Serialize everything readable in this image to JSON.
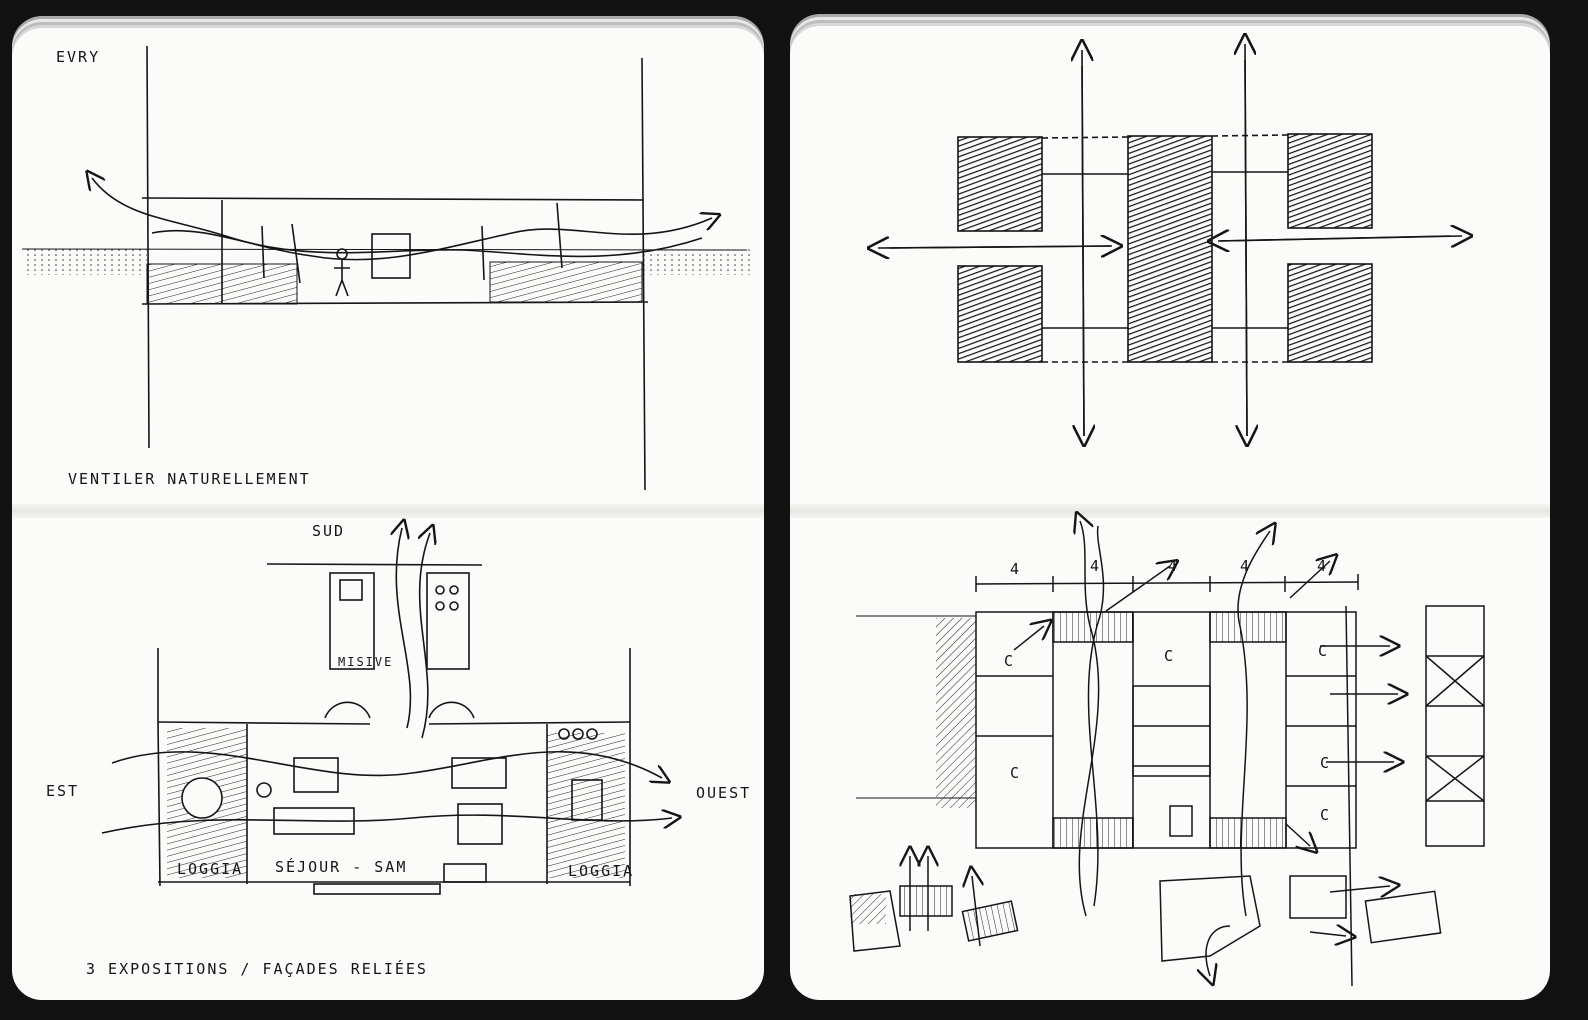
{
  "left_page": {
    "section": {
      "city": "EVRY",
      "caption": "VENTILER NATURELLEMENT"
    },
    "plan": {
      "orientation": {
        "south": "SUD",
        "east": "EST",
        "west": "OUEST"
      },
      "rooms": {
        "loggia_left": "LOGGIA",
        "living": "SÉJOUR - SAM",
        "loggia_right": "LOGGIA",
        "bathroom": "MISIVE"
      },
      "caption": "3 EXPOSITIONS / FAÇADES RELIÉES"
    }
  },
  "right_page": {
    "plan": {
      "bay_dimensions": [
        "4",
        "4",
        "4",
        "4",
        "4"
      ],
      "room_marks": [
        "C",
        "C",
        "C",
        "C",
        "C",
        "C"
      ]
    }
  },
  "colors": {
    "ink": "#151515",
    "paper": "#fbfbfa",
    "background": "#121212"
  }
}
